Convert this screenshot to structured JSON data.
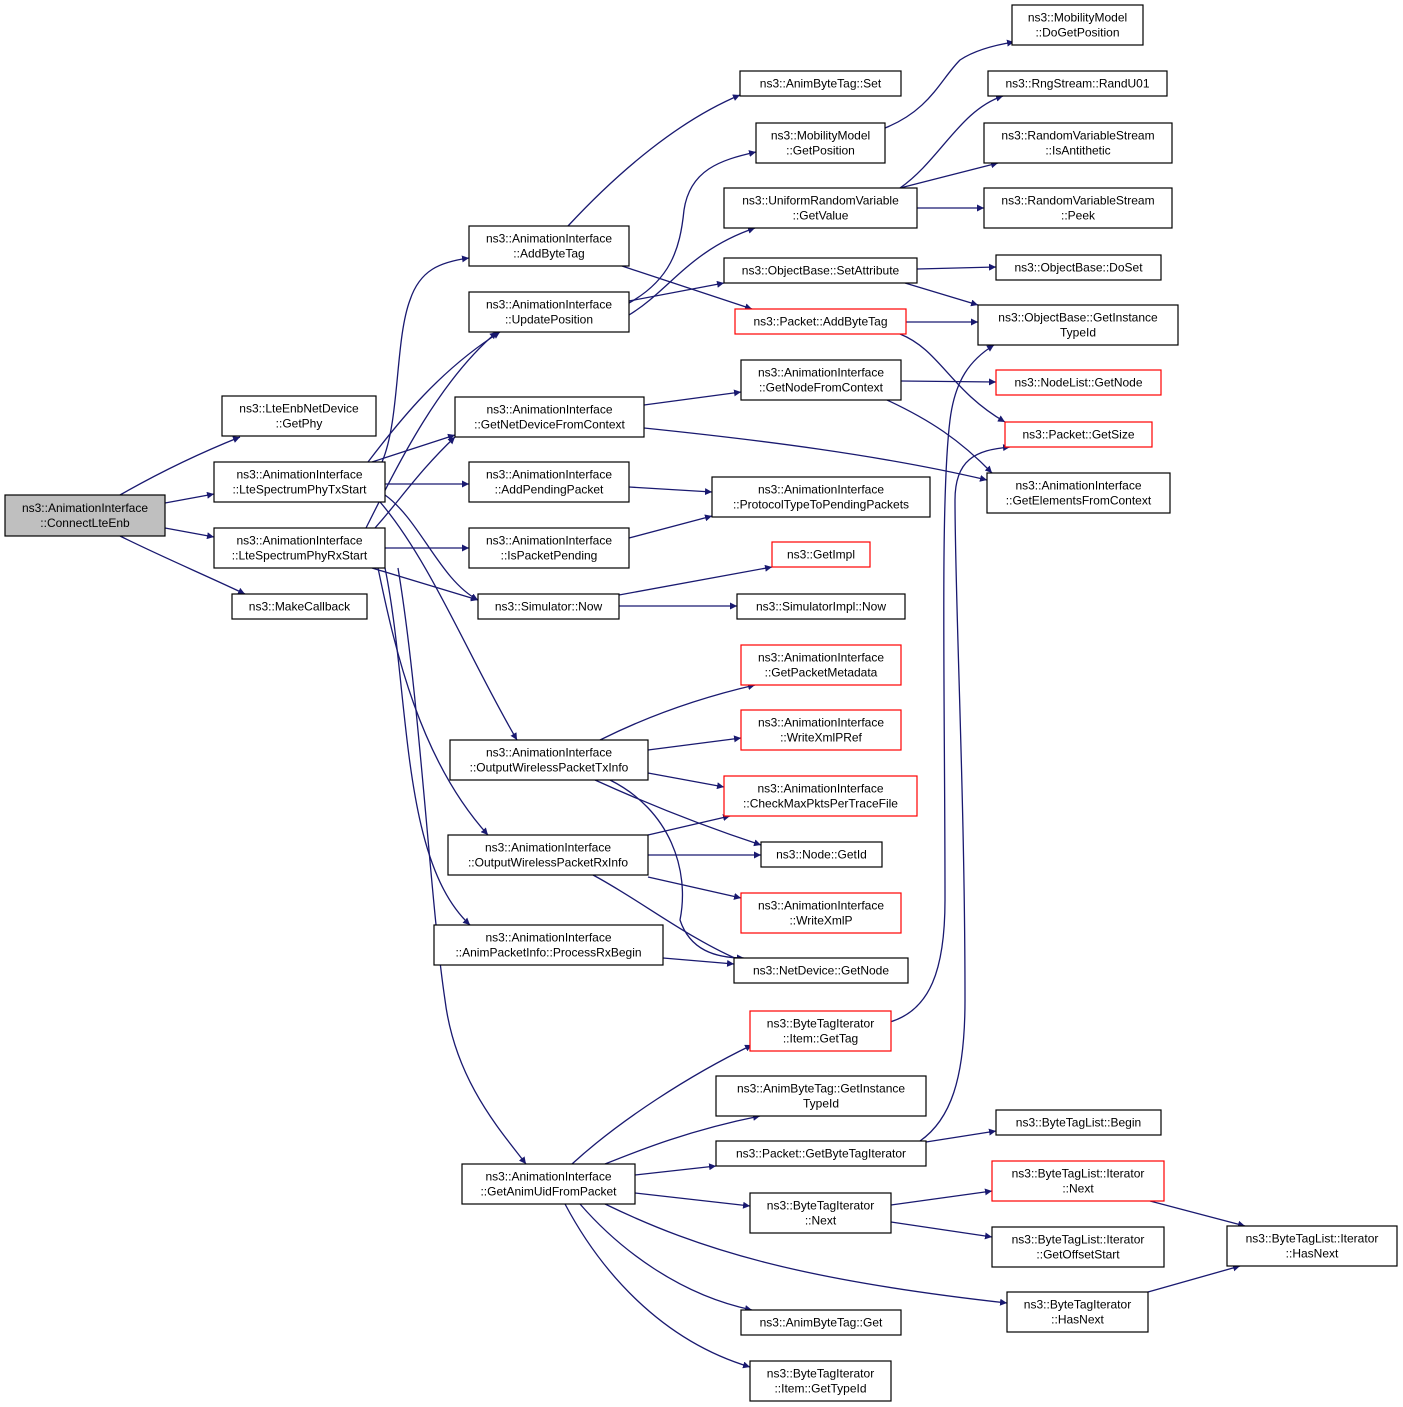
{
  "graph": {
    "type": "call-graph",
    "colors": {
      "edge": "#191970",
      "node_border": "#000000",
      "truncated_node_border": "#ff0000",
      "root_fill": "#bfbfbf",
      "node_fill": "#ffffff"
    },
    "nodes": [
      {
        "id": "connectLteEnb",
        "lines": [
          "ns3::AnimationInterface",
          "::ConnectLteEnb"
        ],
        "root": true
      },
      {
        "id": "getPhy",
        "lines": [
          "ns3::LteEnbNetDevice",
          "::GetPhy"
        ]
      },
      {
        "id": "txStart",
        "lines": [
          "ns3::AnimationInterface",
          "::LteSpectrumPhyTxStart"
        ]
      },
      {
        "id": "rxStart",
        "lines": [
          "ns3::AnimationInterface",
          "::LteSpectrumPhyRxStart"
        ]
      },
      {
        "id": "makeCallback",
        "lines": [
          "ns3::MakeCallback"
        ]
      },
      {
        "id": "addByteTag",
        "lines": [
          "ns3::AnimationInterface",
          "::AddByteTag"
        ]
      },
      {
        "id": "updatePosition",
        "lines": [
          "ns3::AnimationInterface",
          "::UpdatePosition"
        ]
      },
      {
        "id": "getNetDeviceFromContext",
        "lines": [
          "ns3::AnimationInterface",
          "::GetNetDeviceFromContext"
        ]
      },
      {
        "id": "addPendingPacket",
        "lines": [
          "ns3::AnimationInterface",
          "::AddPendingPacket"
        ]
      },
      {
        "id": "isPacketPending",
        "lines": [
          "ns3::AnimationInterface",
          "::IsPacketPending"
        ]
      },
      {
        "id": "simulatorNow",
        "lines": [
          "ns3::Simulator::Now"
        ]
      },
      {
        "id": "outputTxInfo",
        "lines": [
          "ns3::AnimationInterface",
          "::OutputWirelessPacketTxInfo"
        ]
      },
      {
        "id": "outputRxInfo",
        "lines": [
          "ns3::AnimationInterface",
          "::OutputWirelessPacketRxInfo"
        ]
      },
      {
        "id": "processRxBegin",
        "lines": [
          "ns3::AnimationInterface",
          "::AnimPacketInfo::ProcessRxBegin"
        ]
      },
      {
        "id": "getAnimUidFromPacket",
        "lines": [
          "ns3::AnimationInterface",
          "::GetAnimUidFromPacket"
        ]
      },
      {
        "id": "animByteTagSet",
        "lines": [
          "ns3::AnimByteTag::Set"
        ]
      },
      {
        "id": "mobilityGetPosition",
        "lines": [
          "ns3::MobilityModel",
          "::GetPosition"
        ]
      },
      {
        "id": "uniformGetValue",
        "lines": [
          "ns3::UniformRandomVariable",
          "::GetValue"
        ]
      },
      {
        "id": "setAttribute",
        "lines": [
          "ns3::ObjectBase::SetAttribute"
        ]
      },
      {
        "id": "packetAddByteTag",
        "lines": [
          "ns3::Packet::AddByteTag"
        ],
        "truncated": true
      },
      {
        "id": "getNodeFromContext",
        "lines": [
          "ns3::AnimationInterface",
          "::GetNodeFromContext"
        ]
      },
      {
        "id": "protocolTypeToPending",
        "lines": [
          "ns3::AnimationInterface",
          "::ProtocolTypeToPendingPackets"
        ]
      },
      {
        "id": "getImpl",
        "lines": [
          "ns3::GetImpl"
        ],
        "truncated": true
      },
      {
        "id": "simulatorImplNow",
        "lines": [
          "ns3::SimulatorImpl::Now"
        ]
      },
      {
        "id": "getPacketMetadata",
        "lines": [
          "ns3::AnimationInterface",
          "::GetPacketMetadata"
        ],
        "truncated": true
      },
      {
        "id": "writeXmlPRef",
        "lines": [
          "ns3::AnimationInterface",
          "::WriteXmlPRef"
        ],
        "truncated": true
      },
      {
        "id": "checkMaxPkts",
        "lines": [
          "ns3::AnimationInterface",
          "::CheckMaxPktsPerTraceFile"
        ],
        "truncated": true
      },
      {
        "id": "nodeGetId",
        "lines": [
          "ns3::Node::GetId"
        ]
      },
      {
        "id": "writeXmlP",
        "lines": [
          "ns3::AnimationInterface",
          "::WriteXmlP"
        ],
        "truncated": true
      },
      {
        "id": "netDeviceGetNode",
        "lines": [
          "ns3::NetDevice::GetNode"
        ]
      },
      {
        "id": "itemGetTag",
        "lines": [
          "ns3::ByteTagIterator",
          "::Item::GetTag"
        ],
        "truncated": true
      },
      {
        "id": "animByteTagGetInstanceTypeId",
        "lines": [
          "ns3::AnimByteTag::GetInstance",
          "TypeId"
        ]
      },
      {
        "id": "getByteTagIterator",
        "lines": [
          "ns3::Packet::GetByteTagIterator"
        ]
      },
      {
        "id": "byteTagIteratorNext",
        "lines": [
          "ns3::ByteTagIterator",
          "::Next"
        ]
      },
      {
        "id": "animByteTagGet",
        "lines": [
          "ns3::AnimByteTag::Get"
        ]
      },
      {
        "id": "itemGetTypeId",
        "lines": [
          "ns3::ByteTagIterator",
          "::Item::GetTypeId"
        ]
      },
      {
        "id": "mobilityDoGetPosition",
        "lines": [
          "ns3::MobilityModel",
          "::DoGetPosition"
        ]
      },
      {
        "id": "randU01",
        "lines": [
          "ns3::RngStream::RandU01"
        ]
      },
      {
        "id": "isAntithetic",
        "lines": [
          "ns3::RandomVariableStream",
          "::IsAntithetic"
        ]
      },
      {
        "id": "peek",
        "lines": [
          "ns3::RandomVariableStream",
          "::Peek"
        ]
      },
      {
        "id": "doSet",
        "lines": [
          "ns3::ObjectBase::DoSet"
        ]
      },
      {
        "id": "objGetInstanceTypeId",
        "lines": [
          "ns3::ObjectBase::GetInstance",
          "TypeId"
        ]
      },
      {
        "id": "nodeListGetNode",
        "lines": [
          "ns3::NodeList::GetNode"
        ],
        "truncated": true
      },
      {
        "id": "packetGetSize",
        "lines": [
          "ns3::Packet::GetSize"
        ],
        "truncated": true
      },
      {
        "id": "getElementsFromContext",
        "lines": [
          "ns3::AnimationInterface",
          "::GetElementsFromContext"
        ]
      },
      {
        "id": "byteTagListBegin",
        "lines": [
          "ns3::ByteTagList::Begin"
        ]
      },
      {
        "id": "byteTagListIterNext",
        "lines": [
          "ns3::ByteTagList::Iterator",
          "::Next"
        ],
        "truncated": true
      },
      {
        "id": "getOffsetStart",
        "lines": [
          "ns3::ByteTagList::Iterator",
          "::GetOffsetStart"
        ]
      },
      {
        "id": "byteTagIteratorHasNext",
        "lines": [
          "ns3::ByteTagIterator",
          "::HasNext"
        ]
      },
      {
        "id": "byteTagListIterHasNext",
        "lines": [
          "ns3::ByteTagList::Iterator",
          "::HasNext"
        ]
      }
    ],
    "edges": [
      [
        "connectLteEnb",
        "getPhy"
      ],
      [
        "connectLteEnb",
        "txStart"
      ],
      [
        "connectLteEnb",
        "rxStart"
      ],
      [
        "connectLteEnb",
        "makeCallback"
      ],
      [
        "txStart",
        "addByteTag"
      ],
      [
        "txStart",
        "updatePosition"
      ],
      [
        "txStart",
        "getNetDeviceFromContext"
      ],
      [
        "txStart",
        "addPendingPacket"
      ],
      [
        "txStart",
        "simulatorNow"
      ],
      [
        "txStart",
        "outputTxInfo"
      ],
      [
        "rxStart",
        "updatePosition"
      ],
      [
        "rxStart",
        "getNetDeviceFromContext"
      ],
      [
        "rxStart",
        "isPacketPending"
      ],
      [
        "rxStart",
        "simulatorNow"
      ],
      [
        "rxStart",
        "outputRxInfo"
      ],
      [
        "rxStart",
        "processRxBegin"
      ],
      [
        "rxStart",
        "getAnimUidFromPacket"
      ],
      [
        "addByteTag",
        "animByteTagSet"
      ],
      [
        "addByteTag",
        "packetAddByteTag"
      ],
      [
        "updatePosition",
        "mobilityGetPosition"
      ],
      [
        "updatePosition",
        "uniformGetValue"
      ],
      [
        "updatePosition",
        "setAttribute"
      ],
      [
        "getNetDeviceFromContext",
        "getNodeFromContext"
      ],
      [
        "getNetDeviceFromContext",
        "getElementsFromContext"
      ],
      [
        "addPendingPacket",
        "protocolTypeToPending"
      ],
      [
        "isPacketPending",
        "protocolTypeToPending"
      ],
      [
        "simulatorNow",
        "getImpl"
      ],
      [
        "simulatorNow",
        "simulatorImplNow"
      ],
      [
        "outputTxInfo",
        "getPacketMetadata"
      ],
      [
        "outputTxInfo",
        "writeXmlPRef"
      ],
      [
        "outputTxInfo",
        "checkMaxPkts"
      ],
      [
        "outputTxInfo",
        "nodeGetId"
      ],
      [
        "outputTxInfo",
        "netDeviceGetNode"
      ],
      [
        "outputRxInfo",
        "checkMaxPkts"
      ],
      [
        "outputRxInfo",
        "nodeGetId"
      ],
      [
        "outputRxInfo",
        "writeXmlP"
      ],
      [
        "outputRxInfo",
        "netDeviceGetNode"
      ],
      [
        "processRxBegin",
        "netDeviceGetNode"
      ],
      [
        "getAnimUidFromPacket",
        "itemGetTag"
      ],
      [
        "getAnimUidFromPacket",
        "animByteTagGetInstanceTypeId"
      ],
      [
        "getAnimUidFromPacket",
        "getByteTagIterator"
      ],
      [
        "getAnimUidFromPacket",
        "byteTagIteratorNext"
      ],
      [
        "getAnimUidFromPacket",
        "byteTagIteratorHasNext"
      ],
      [
        "getAnimUidFromPacket",
        "animByteTagGet"
      ],
      [
        "getAnimUidFromPacket",
        "itemGetTypeId"
      ],
      [
        "mobilityGetPosition",
        "mobilityDoGetPosition"
      ],
      [
        "uniformGetValue",
        "randU01"
      ],
      [
        "uniformGetValue",
        "isAntithetic"
      ],
      [
        "uniformGetValue",
        "peek"
      ],
      [
        "setAttribute",
        "doSet"
      ],
      [
        "setAttribute",
        "objGetInstanceTypeId"
      ],
      [
        "packetAddByteTag",
        "objGetInstanceTypeId"
      ],
      [
        "packetAddByteTag",
        "packetGetSize"
      ],
      [
        "getNodeFromContext",
        "nodeListGetNode"
      ],
      [
        "getNodeFromContext",
        "getElementsFromContext"
      ],
      [
        "itemGetTag",
        "objGetInstanceTypeId"
      ],
      [
        "getByteTagIterator",
        "byteTagListBegin"
      ],
      [
        "getByteTagIterator",
        "packetGetSize"
      ],
      [
        "byteTagIteratorNext",
        "byteTagListIterNext"
      ],
      [
        "byteTagIteratorNext",
        "getOffsetStart"
      ],
      [
        "byteTagListIterNext",
        "byteTagListIterHasNext"
      ],
      [
        "byteTagIteratorHasNext",
        "byteTagListIterHasNext"
      ]
    ]
  }
}
